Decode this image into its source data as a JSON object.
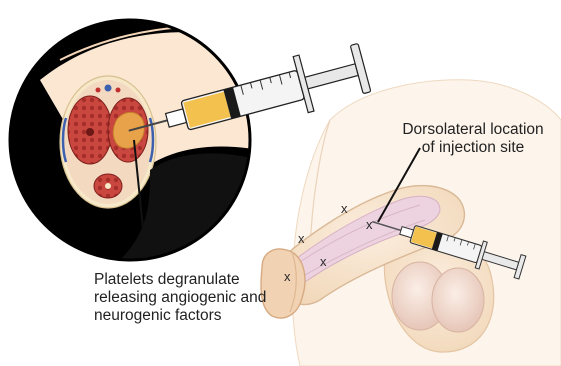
{
  "labels": {
    "injection_site": [
      "Dorsolateral location",
      "of injection site"
    ],
    "platelets": [
      "Platelets degranulate",
      "releasing angiogenic and",
      "neurogenic factors"
    ]
  },
  "injection_marks": [
    "x",
    "x",
    "x",
    "x",
    "x"
  ],
  "colors": {
    "skin": "#f6e3cc",
    "skin_shadow": "#e9c9a6",
    "shaft_tissue": "#ecd3df",
    "syringe_barrel": "#f4f4f4",
    "syringe_fluid": "#f2c14e",
    "needle_hub": "#1a1a1a",
    "cross_section_red": "#b8322f",
    "vessel_blue": "#3d5fb0",
    "circle_background": "#000000"
  }
}
